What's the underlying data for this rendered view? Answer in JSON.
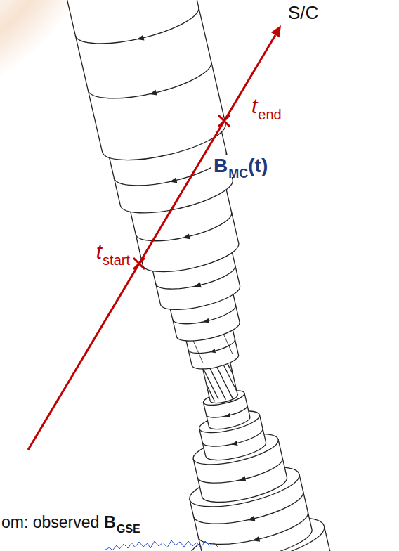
{
  "diagram": {
    "labels": [
      "S/C",
      "t",
      "end",
      "B",
      "MC",
      "(t)",
      "t",
      "start",
      "om: observed",
      "B",
      "GSE"
    ]
  }
}
